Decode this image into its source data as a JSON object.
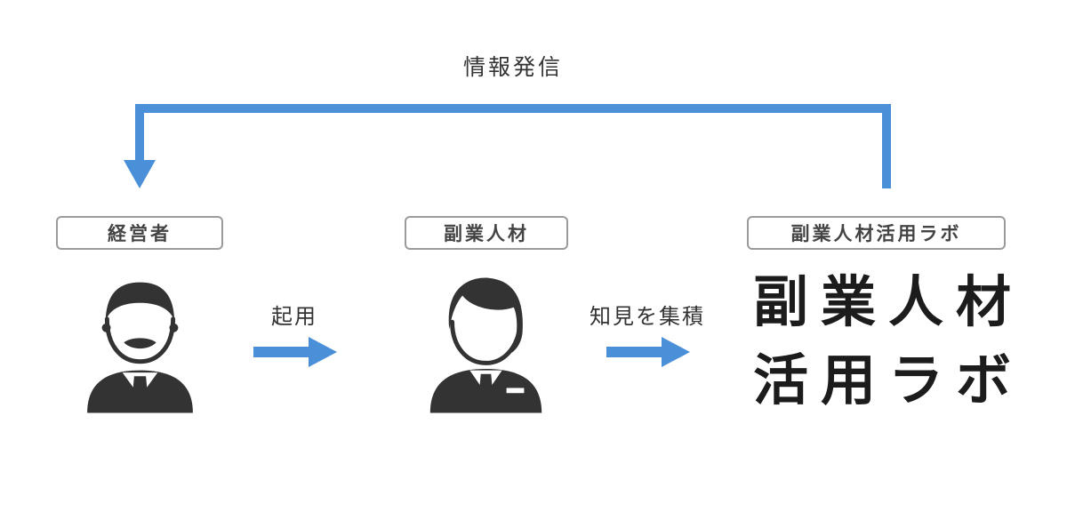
{
  "diagram": {
    "feedback_arrow_label": "情報発信",
    "nodes": [
      {
        "label": "経営者"
      },
      {
        "label": "副業人材"
      },
      {
        "label": "副業人材活用ラボ"
      }
    ],
    "arrows": [
      {
        "label": "起用"
      },
      {
        "label": "知見を集積"
      }
    ],
    "logo": {
      "line1": "副業人材",
      "line2": "活用ラボ"
    },
    "colors": {
      "accent_blue": "#4a90d9",
      "icon_dark": "#333333",
      "box_border": "#9b9b9b",
      "logo_black": "#1c1c1c"
    }
  }
}
